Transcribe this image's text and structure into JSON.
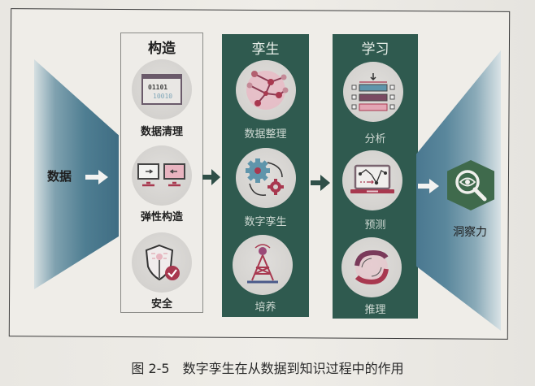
{
  "figure": {
    "input_label": "数据",
    "output_label": "洞察力",
    "columns": [
      {
        "title": "构造",
        "style": "light-panel",
        "items": [
          {
            "label": "数据清理",
            "icon": "binary-window-icon"
          },
          {
            "label": "弹性构造",
            "icon": "two-monitors-transfer-icon"
          },
          {
            "label": "安全",
            "icon": "shield-check-icon"
          }
        ]
      },
      {
        "title": "孪生",
        "style": "dark-green-panel",
        "items": [
          {
            "label": "数据整理",
            "icon": "network-nodes-icon"
          },
          {
            "label": "数字孪生",
            "icon": "twin-gears-icon"
          },
          {
            "label": "培养",
            "icon": "signal-tower-icon"
          }
        ]
      },
      {
        "title": "学习",
        "style": "dark-green-panel",
        "items": [
          {
            "label": "分析",
            "icon": "stacked-bars-icon"
          },
          {
            "label": "预测",
            "icon": "laptop-chart-icon"
          },
          {
            "label": "推理",
            "icon": "cycle-arrows-icon"
          }
        ]
      }
    ],
    "output_icon": "magnifier-eye-icon",
    "colors": {
      "panel_green": "#2f5a4f",
      "funnel_blue": "#4f7e92",
      "accent_red": "#a8384f",
      "accent_pink": "#e3a6b4",
      "accent_blue": "#5f95ab",
      "hex_green": "#3f6a4c"
    }
  },
  "caption": {
    "number": "图 2-5",
    "text": "数字孪生在从数据到知识过程中的作用"
  }
}
